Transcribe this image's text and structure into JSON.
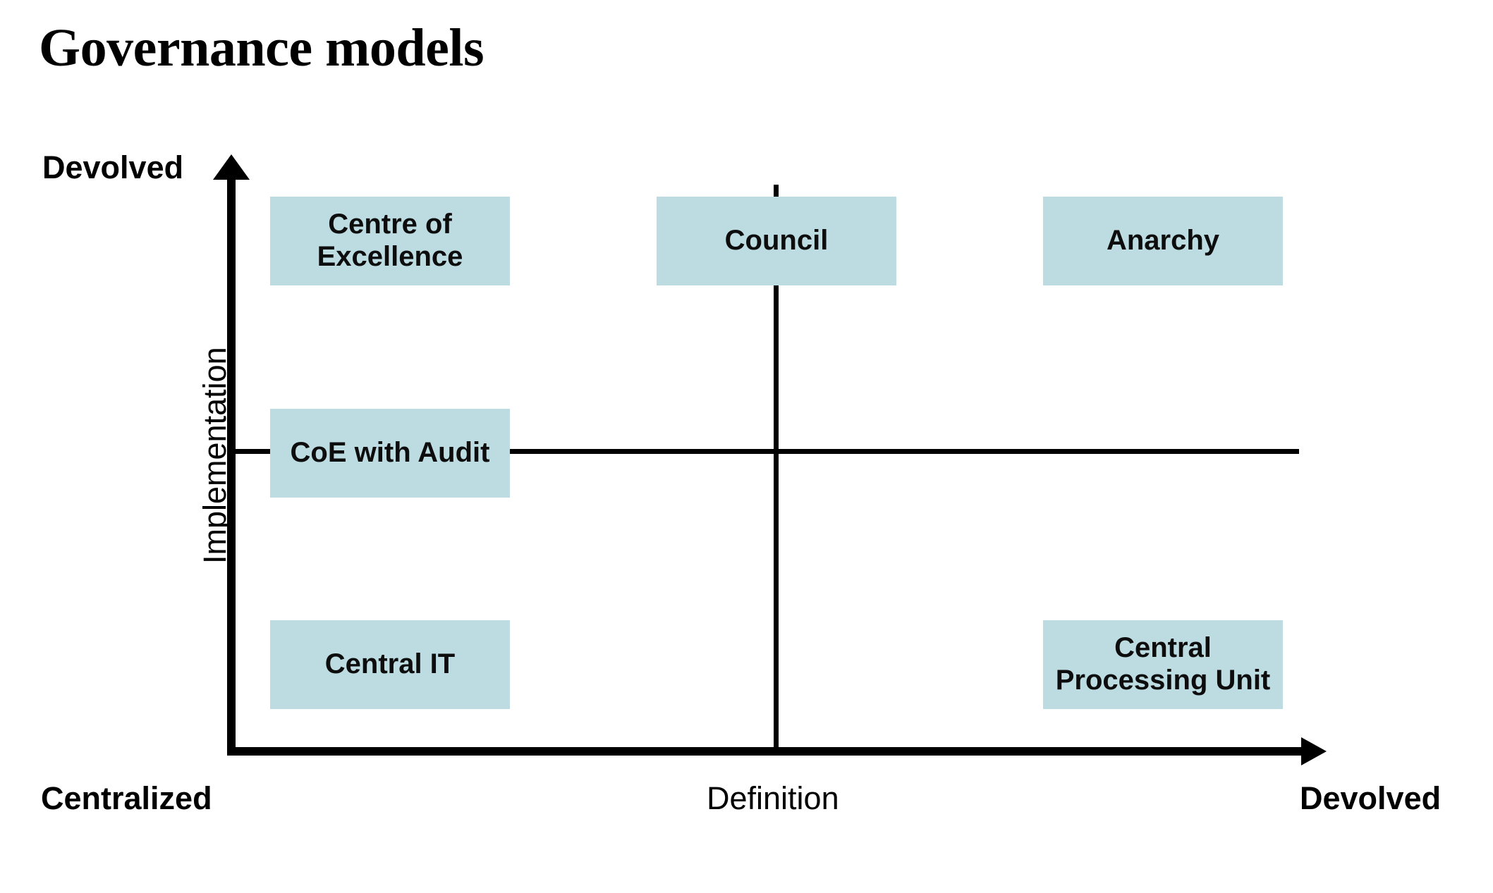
{
  "page": {
    "title": "Governance models",
    "background_color": "#ffffff",
    "box_fill_color": "#bcdce2",
    "line_color": "#000000"
  },
  "axes": {
    "x": {
      "name": "Definition",
      "left_label": "Centralized",
      "right_label": "Devolved"
    },
    "y": {
      "name": "Implementation",
      "top_label": "Devolved"
    }
  },
  "boxes": [
    {
      "id": "centre-of-excellence",
      "label": "Centre of\nExcellence",
      "quadrant": "top-left"
    },
    {
      "id": "council",
      "label": "Council",
      "quadrant": "top-center"
    },
    {
      "id": "anarchy",
      "label": "Anarchy",
      "quadrant": "top-right"
    },
    {
      "id": "coe-with-audit",
      "label": "CoE with Audit",
      "quadrant": "middle-left"
    },
    {
      "id": "central-it",
      "label": "Central IT",
      "quadrant": "bottom-left"
    },
    {
      "id": "central-processing-unit",
      "label": "Central\nProcessing Unit",
      "quadrant": "bottom-right"
    }
  ],
  "chart_data": {
    "type": "scatter",
    "title": "Governance models",
    "xlabel": "Definition",
    "ylabel": "Implementation",
    "xlim": [
      "Centralized",
      "Devolved"
    ],
    "ylim": [
      "Centralized",
      "Devolved"
    ],
    "grid": false,
    "legend": "none",
    "annotations": [
      {
        "label": "Centre of Excellence",
        "x": "Centralized",
        "y": "Devolved"
      },
      {
        "label": "Council",
        "x": "Mid",
        "y": "Devolved"
      },
      {
        "label": "Anarchy",
        "x": "Devolved",
        "y": "Devolved"
      },
      {
        "label": "CoE with Audit",
        "x": "Centralized",
        "y": "Mid"
      },
      {
        "label": "Central IT",
        "x": "Centralized",
        "y": "Centralized"
      },
      {
        "label": "Central Processing Unit",
        "x": "Devolved",
        "y": "Centralized"
      }
    ]
  }
}
